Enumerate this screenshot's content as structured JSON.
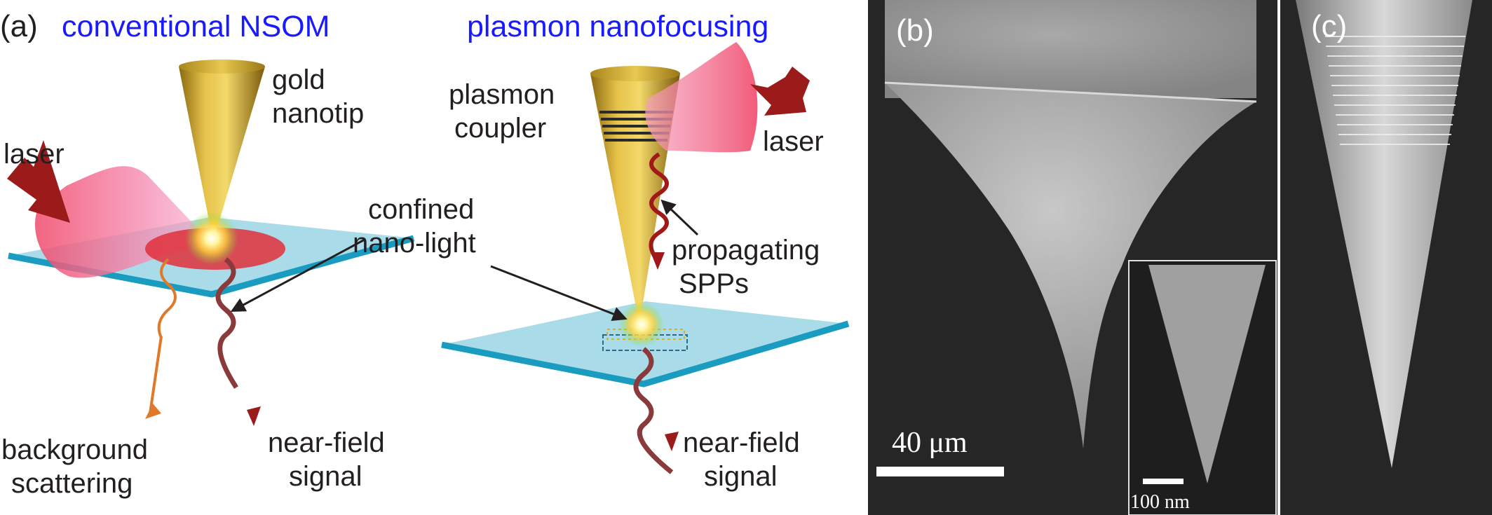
{
  "panel_a": {
    "label": "(a)",
    "title_left": "conventional NSOM",
    "title_right": "plasmon nanofocusing",
    "gold_line1": "gold",
    "gold_line2": "nanotip",
    "laser_left": "laser",
    "laser_right": "laser",
    "confined_line1": "confined",
    "confined_line2": "nano-light",
    "coupler_line1": "plasmon",
    "coupler_line2": "coupler",
    "prop_line1": "propagating",
    "prop_line2": "SPPs",
    "bg_line1": "background",
    "bg_line2": "scattering",
    "nf_left_line1": "near-field",
    "nf_left_line2": "signal",
    "nf_right_line1": "near-field",
    "nf_right_line2": "signal"
  },
  "panel_b": {
    "label": "(b)",
    "scale_main": "40 μm",
    "scale_inset": "100 nm"
  },
  "panel_c": {
    "label": "(c)"
  },
  "colors": {
    "title": "#1a1aff",
    "gold": "#c9a028",
    "substrate": "#a9dce8",
    "substrate_edge": "#1a9cc0",
    "laser": "#f06a8a",
    "arrow": "#9b1b1b"
  }
}
